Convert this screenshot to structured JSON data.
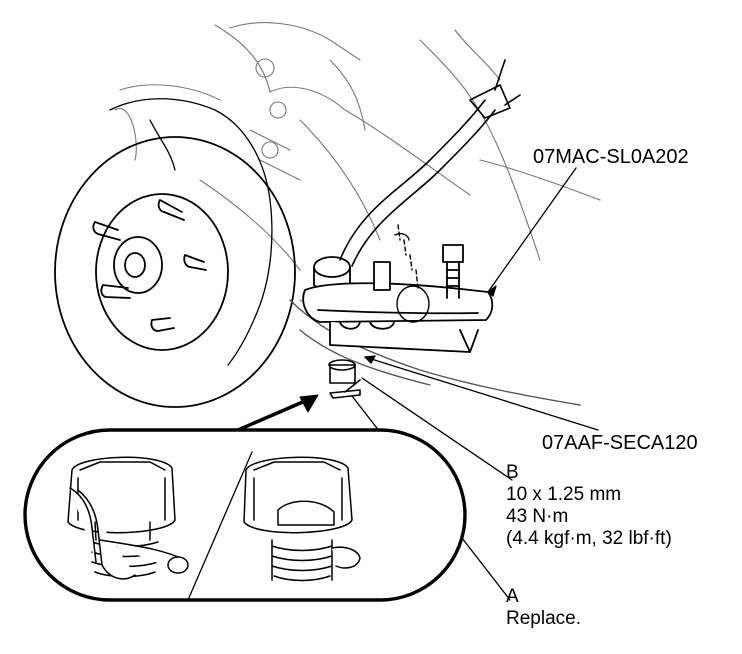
{
  "labels": {
    "tool_upper": "07MAC-SL0A202",
    "tool_lower": "07AAF-SECA120",
    "callout_b": {
      "letter": "B",
      "lines": [
        "10 x 1.25 mm",
        "43 N·m",
        "(4.4 kgf·m, 32 lbf·ft)"
      ]
    },
    "callout_a": {
      "letter": "A",
      "lines": [
        "Replace."
      ]
    }
  },
  "colors": {
    "line": "#000000",
    "shade": "#d9d9d9",
    "background": "#ffffff"
  }
}
